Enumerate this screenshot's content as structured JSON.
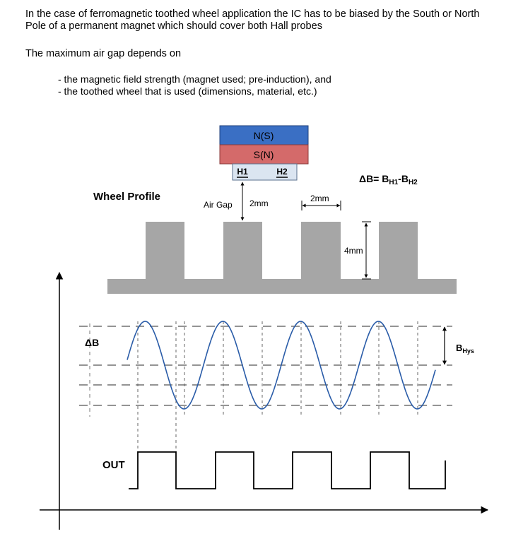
{
  "intro": {
    "paragraph1": "In the case of ferromagnetic toothed wheel application the IC has to be biased by the South or North Pole of a permanent magnet which should cover both Hall probes",
    "paragraph2": "The maximum air gap depends on",
    "bullets": [
      "- the magnetic field strength (magnet used; pre-induction), and",
      "- the toothed wheel that is used (dimensions, material, etc.)"
    ]
  },
  "diagram": {
    "magnet_top": "N(S)",
    "magnet_bottom": "S(N)",
    "hall1": "H1",
    "hall2": "H2",
    "wheel_profile": "Wheel Profile",
    "air_gap": "Air Gap",
    "air_gap_value": "2mm",
    "pitch_value": "2mm",
    "tooth_height": "4mm",
    "formula": "ΔB= B",
    "formula_sub1": "H1",
    "formula_minus": "-B",
    "formula_sub2": "H2",
    "delta_b": "ΔB",
    "out": "OUT",
    "bhys": "B",
    "bhys_sub": "Hys",
    "colors": {
      "north": "#3a6fc4",
      "south": "#d46a6a",
      "hall_box": "#dbe5f1",
      "wheel": "#a6a6a6",
      "wave": "#2a5ca8"
    }
  }
}
